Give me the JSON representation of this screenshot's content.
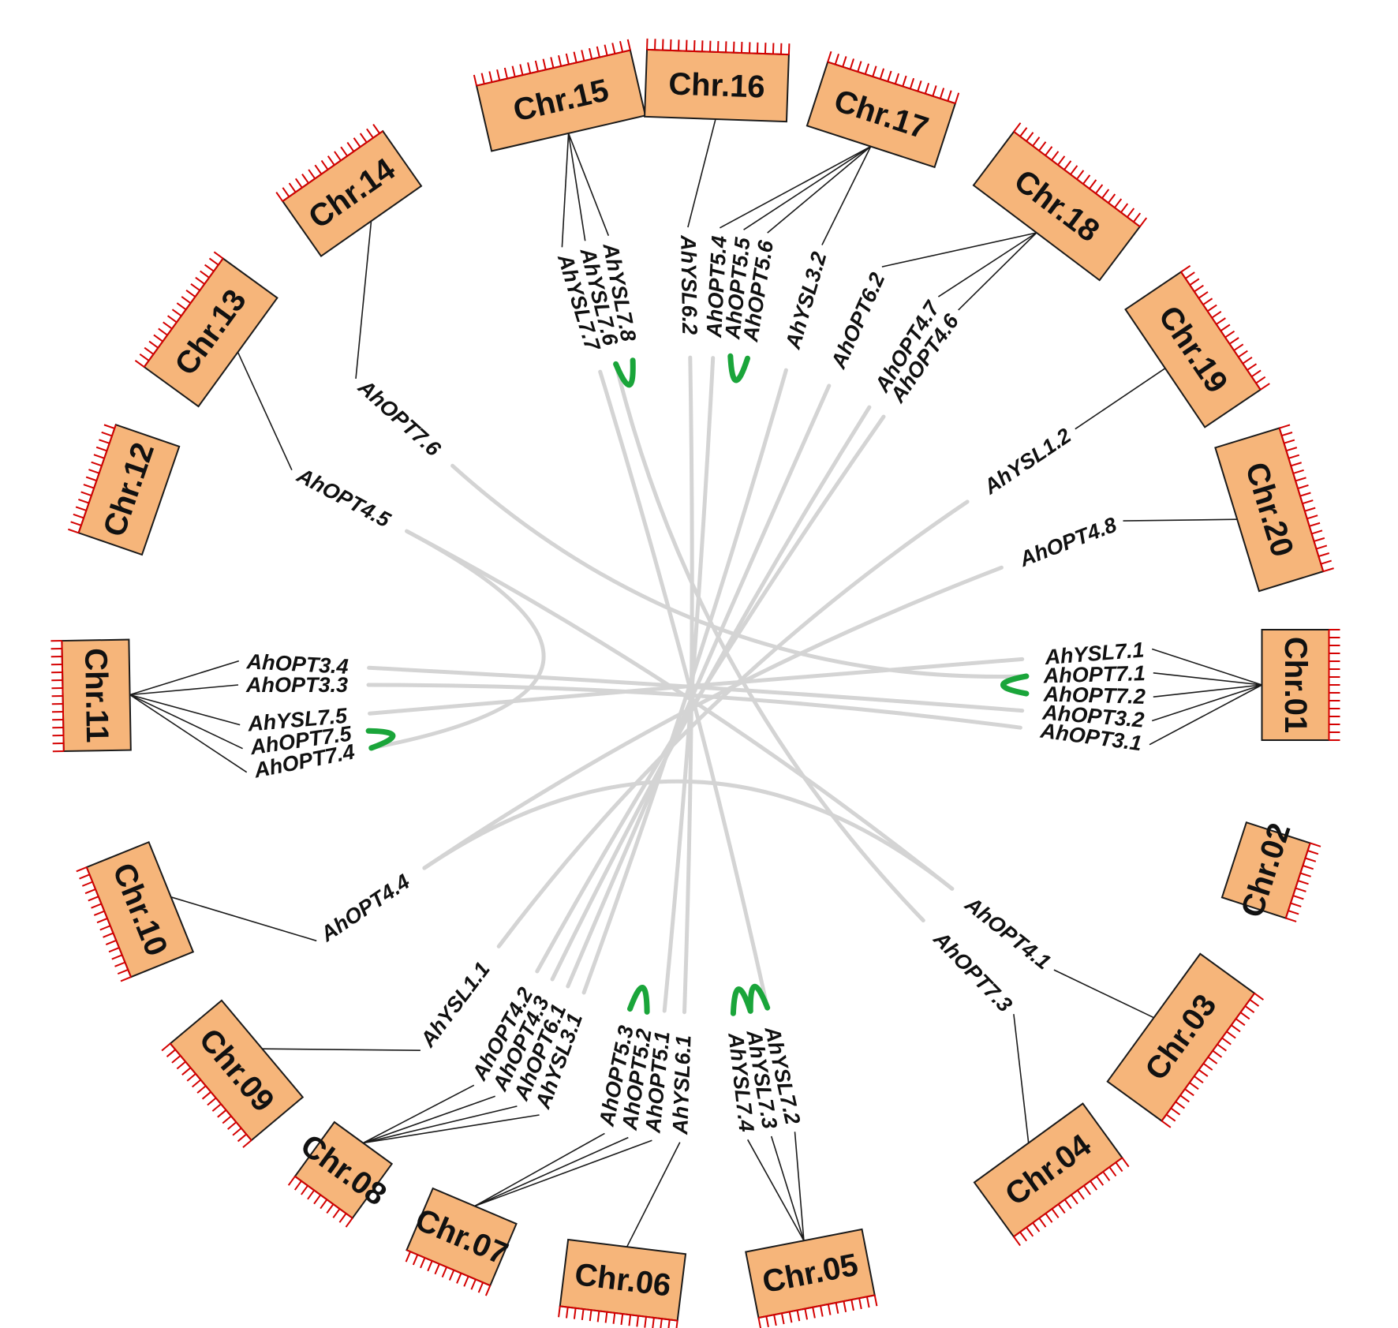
{
  "chromosomes": [
    {
      "id": "chr01",
      "label": "Chr.01"
    },
    {
      "id": "chr02",
      "label": "Chr.02"
    },
    {
      "id": "chr03",
      "label": "Chr.03"
    },
    {
      "id": "chr04",
      "label": "Chr.04"
    },
    {
      "id": "chr05",
      "label": "Chr.05"
    },
    {
      "id": "chr06",
      "label": "Chr.06"
    },
    {
      "id": "chr07",
      "label": "Chr.07"
    },
    {
      "id": "chr08",
      "label": "Chr.08"
    },
    {
      "id": "chr09",
      "label": "Chr.09"
    },
    {
      "id": "chr10",
      "label": "Chr.10"
    },
    {
      "id": "chr11",
      "label": "Chr.11"
    },
    {
      "id": "chr12",
      "label": "Chr.12"
    },
    {
      "id": "chr13",
      "label": "Chr.13"
    },
    {
      "id": "chr14",
      "label": "Chr.14"
    },
    {
      "id": "chr15",
      "label": "Chr.15"
    },
    {
      "id": "chr16",
      "label": "Chr.16"
    },
    {
      "id": "chr17",
      "label": "Chr.17"
    },
    {
      "id": "chr18",
      "label": "Chr.18"
    },
    {
      "id": "chr19",
      "label": "Chr.19"
    },
    {
      "id": "chr20",
      "label": "Chr.20"
    }
  ],
  "genes": [
    {
      "id": "AhYSL7.1",
      "label": "AhYSL7.1",
      "chr": "chr01"
    },
    {
      "id": "AhOPT7.1",
      "label": "AhOPT7.1",
      "chr": "chr01"
    },
    {
      "id": "AhOPT7.2",
      "label": "AhOPT7.2",
      "chr": "chr01"
    },
    {
      "id": "AhOPT3.2",
      "label": "AhOPT3.2",
      "chr": "chr01"
    },
    {
      "id": "AhOPT3.1",
      "label": "AhOPT3.1",
      "chr": "chr01"
    },
    {
      "id": "AhOPT4.1",
      "label": "AhOPT4.1",
      "chr": "chr03"
    },
    {
      "id": "AhOPT7.3",
      "label": "AhOPT7.3",
      "chr": "chr04"
    },
    {
      "id": "AhYSL7.2",
      "label": "AhYSL7.2",
      "chr": "chr05"
    },
    {
      "id": "AhYSL7.3",
      "label": "AhYSL7.3",
      "chr": "chr05"
    },
    {
      "id": "AhYSL7.4",
      "label": "AhYSL7.4",
      "chr": "chr05"
    },
    {
      "id": "AhYSL6.1",
      "label": "AhYSL6.1",
      "chr": "chr06"
    },
    {
      "id": "AhOPT5.1",
      "label": "AhOPT5.1",
      "chr": "chr07"
    },
    {
      "id": "AhOPT5.2",
      "label": "AhOPT5.2",
      "chr": "chr07"
    },
    {
      "id": "AhOPT5.3",
      "label": "AhOPT5.3",
      "chr": "chr07"
    },
    {
      "id": "AhYSL3.1",
      "label": "AhYSL3.1",
      "chr": "chr08"
    },
    {
      "id": "AhOPT6.1",
      "label": "AhOPT6.1",
      "chr": "chr08"
    },
    {
      "id": "AhOPT4.3",
      "label": "AhOPT4.3",
      "chr": "chr08"
    },
    {
      "id": "AhOPT4.2",
      "label": "AhOPT4.2",
      "chr": "chr08"
    },
    {
      "id": "AhYSL1.1",
      "label": "AhYSL1.1",
      "chr": "chr09"
    },
    {
      "id": "AhOPT4.4",
      "label": "AhOPT4.4",
      "chr": "chr10"
    },
    {
      "id": "AhOPT7.4",
      "label": "AhOPT7.4",
      "chr": "chr11"
    },
    {
      "id": "AhOPT7.5",
      "label": "AhOPT7.5",
      "chr": "chr11"
    },
    {
      "id": "AhYSL7.5",
      "label": "AhYSL7.5",
      "chr": "chr11"
    },
    {
      "id": "AhOPT3.3",
      "label": "AhOPT3.3",
      "chr": "chr11"
    },
    {
      "id": "AhOPT3.4",
      "label": "AhOPT3.4",
      "chr": "chr11"
    },
    {
      "id": "AhOPT4.5",
      "label": "AhOPT4.5",
      "chr": "chr13"
    },
    {
      "id": "AhOPT7.6",
      "label": "AhOPT7.6",
      "chr": "chr14"
    },
    {
      "id": "AhYSL7.7",
      "label": "AhYSL7.7",
      "chr": "chr15"
    },
    {
      "id": "AhYSL7.6",
      "label": "AhYSL7.6",
      "chr": "chr15"
    },
    {
      "id": "AhYSL7.8",
      "label": "AhYSL7.8",
      "chr": "chr15"
    },
    {
      "id": "AhYSL6.2",
      "label": "AhYSL6.2",
      "chr": "chr16"
    },
    {
      "id": "AhOPT5.4",
      "label": "AhOPT5.4",
      "chr": "chr17"
    },
    {
      "id": "AhOPT5.5",
      "label": "AhOPT5.5",
      "chr": "chr17"
    },
    {
      "id": "AhOPT5.6",
      "label": "AhOPT5.6",
      "chr": "chr17"
    },
    {
      "id": "AhYSL3.2",
      "label": "AhYSL3.2",
      "chr": "chr17"
    },
    {
      "id": "AhOPT6.2",
      "label": "AhOPT6.2",
      "chr": "chr18"
    },
    {
      "id": "AhOPT4.7",
      "label": "AhOPT4.7",
      "chr": "chr18"
    },
    {
      "id": "AhOPT4.6",
      "label": "AhOPT4.6",
      "chr": "chr18"
    },
    {
      "id": "AhYSL1.2",
      "label": "AhYSL1.2",
      "chr": "chr19"
    },
    {
      "id": "AhOPT4.8",
      "label": "AhOPT4.8",
      "chr": "chr20"
    }
  ],
  "segmental_duplications": [
    [
      "AhYSL7.1",
      "AhYSL7.5"
    ],
    [
      "AhOPT7.1",
      "AhOPT7.6"
    ],
    [
      "AhOPT3.2",
      "AhOPT3.4"
    ],
    [
      "AhOPT3.1",
      "AhOPT3.3"
    ],
    [
      "AhOPT4.1",
      "AhOPT4.5"
    ],
    [
      "AhOPT7.3",
      "AhYSL7.6"
    ],
    [
      "AhYSL7.2",
      "AhYSL7.7"
    ],
    [
      "AhYSL6.1",
      "AhYSL6.2"
    ],
    [
      "AhOPT5.1",
      "AhOPT5.4"
    ],
    [
      "AhYSL3.1",
      "AhYSL3.2"
    ],
    [
      "AhOPT6.1",
      "AhOPT6.2"
    ],
    [
      "AhOPT4.2",
      "AhOPT4.6"
    ],
    [
      "AhOPT4.3",
      "AhOPT4.7"
    ],
    [
      "AhYSL1.1",
      "AhYSL1.2"
    ],
    [
      "AhOPT4.4",
      "AhOPT4.8"
    ],
    [
      "AhOPT4.1",
      "AhOPT4.4"
    ],
    [
      "AhOPT7.4",
      "AhOPT4.5"
    ]
  ],
  "tandem_duplications": [
    [
      "AhOPT7.1",
      "AhOPT7.2"
    ],
    [
      "AhOPT7.4",
      "AhOPT7.5"
    ],
    [
      "AhYSL7.6",
      "AhYSL7.8"
    ],
    [
      "AhOPT5.5",
      "AhOPT5.6"
    ],
    [
      "AhOPT5.2",
      "AhOPT5.3"
    ],
    [
      "AhYSL7.2",
      "AhYSL7.3"
    ],
    [
      "AhYSL7.3",
      "AhYSL7.4"
    ]
  ],
  "colors": {
    "chromosome_fill": "#f6b57a",
    "tick": "#d40000",
    "segmental_link": "#d4d4d4",
    "tandem_link": "#1aa53a"
  }
}
